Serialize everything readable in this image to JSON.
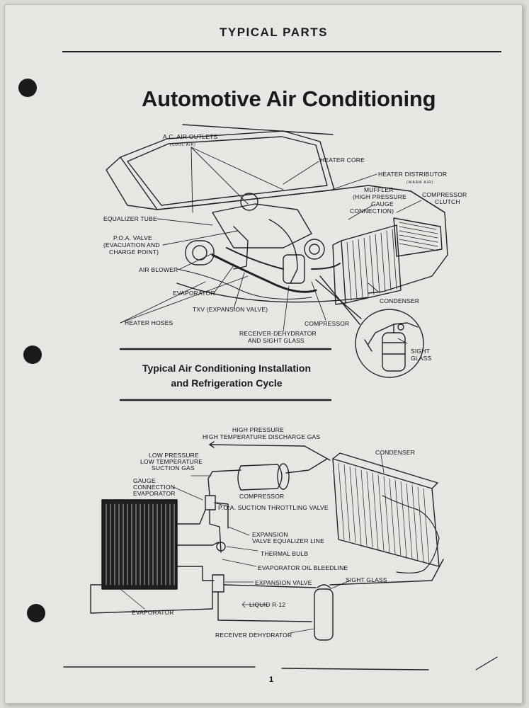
{
  "header": "TYPICAL PARTS",
  "title": "Automotive Air Conditioning",
  "figure1": {
    "labels": {
      "ac_outlets": "A.C. AIR OUTLETS",
      "ac_outlets_sub": "(COOL AIR)",
      "heater_core": "HEATER CORE",
      "heater_distributor": "HEATER DISTRIBUTOR",
      "heater_distributor_sub": "(WARM AIR)",
      "muffler": "MUFFLER",
      "muffler_2": "(HIGH PRESSURE",
      "muffler_3": "GAUGE",
      "muffler_4": "CONNECTION)",
      "comp_clutch": "COMPRESSOR",
      "comp_clutch_2": "CLUTCH",
      "equalizer_tube": "EQUALIZER TUBE",
      "poa_valve": "P.O.A. VALVE",
      "poa_valve_2": "(EVACUATION AND",
      "poa_valve_3": "CHARGE POINT)",
      "air_blower": "AIR BLOWER",
      "evaporator": "EVAPORATOR",
      "txv": "TXV (EXPANSION VALVE)",
      "heater_hoses": "HEATER HOSES",
      "condenser": "CONDENSER",
      "compressor": "COMPRESSOR",
      "receiver": "RECEIVER-DEHYDRATOR",
      "receiver_2": "AND SIGHT GLASS",
      "sight_glass": "SIGHT",
      "sight_glass_2": "GLASS"
    },
    "caption_line1": "Typical Air Conditioning Installation",
    "caption_line2": "and Refrigeration Cycle"
  },
  "figure2": {
    "labels": {
      "high_pressure": "HIGH PRESSURE",
      "high_pressure_2": "HIGH TEMPERATURE DISCHARGE GAS",
      "condenser": "CONDENSER",
      "low_pressure": "LOW PRESSURE",
      "low_pressure_2": "LOW TEMPERATURE",
      "low_pressure_3": "SUCTION GAS",
      "compressor": "COMPRESSOR",
      "gauge": "GAUGE",
      "gauge_2": "CONNECTION",
      "gauge_3": "EVAPORATOR",
      "poa": "P.O.A. SUCTION THROTTLING VALVE",
      "exp_eq": "EXPANSION",
      "exp_eq_2": "VALVE EQUALIZER LINE",
      "thermal_bulb": "THERMAL BULB",
      "bleedline": "EVAPORATOR OIL BLEEDLINE",
      "exp_valve": "EXPANSION VALVE",
      "sight_glass": "SIGHT GLASS",
      "liquid": "LIQUID R-12",
      "evaporator": "EVAPORATOR",
      "receiver": "RECEIVER DEHYDRATOR"
    }
  },
  "page_number": "1",
  "colors": {
    "paper": "#e7e6e2",
    "ink": "#1a1a1a"
  }
}
